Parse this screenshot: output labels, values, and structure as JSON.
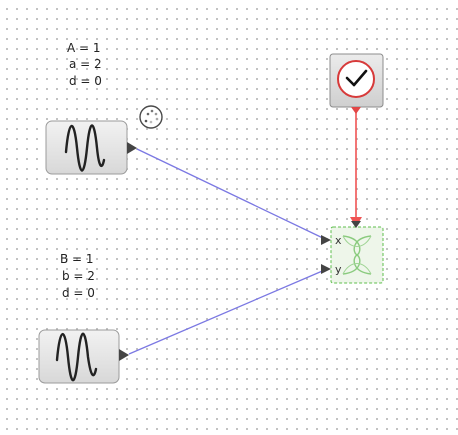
{
  "blocks": {
    "sine_generator_1": {
      "params": [
        "A = 1",
        "a = 2",
        "d = 0"
      ]
    },
    "sine_generator_2": {
      "params": [
        "B = 1",
        "b = 2",
        "d = 0"
      ]
    },
    "clock": {
      "icon": "clock-icon"
    },
    "xy_scope": {
      "icon": "lissajous-scope-icon",
      "port_labels": [
        "x",
        "y"
      ]
    },
    "busy_indicator": {
      "icon": "loading-spinner-icon"
    }
  },
  "colors": {
    "data_link": "#7b78e3",
    "event_link": "#f05454",
    "clock_face": "#d73a3a",
    "scope_border": "#5fbf4e",
    "block_fill": "#e6e6e6",
    "block_border": "#9b9b9b"
  }
}
